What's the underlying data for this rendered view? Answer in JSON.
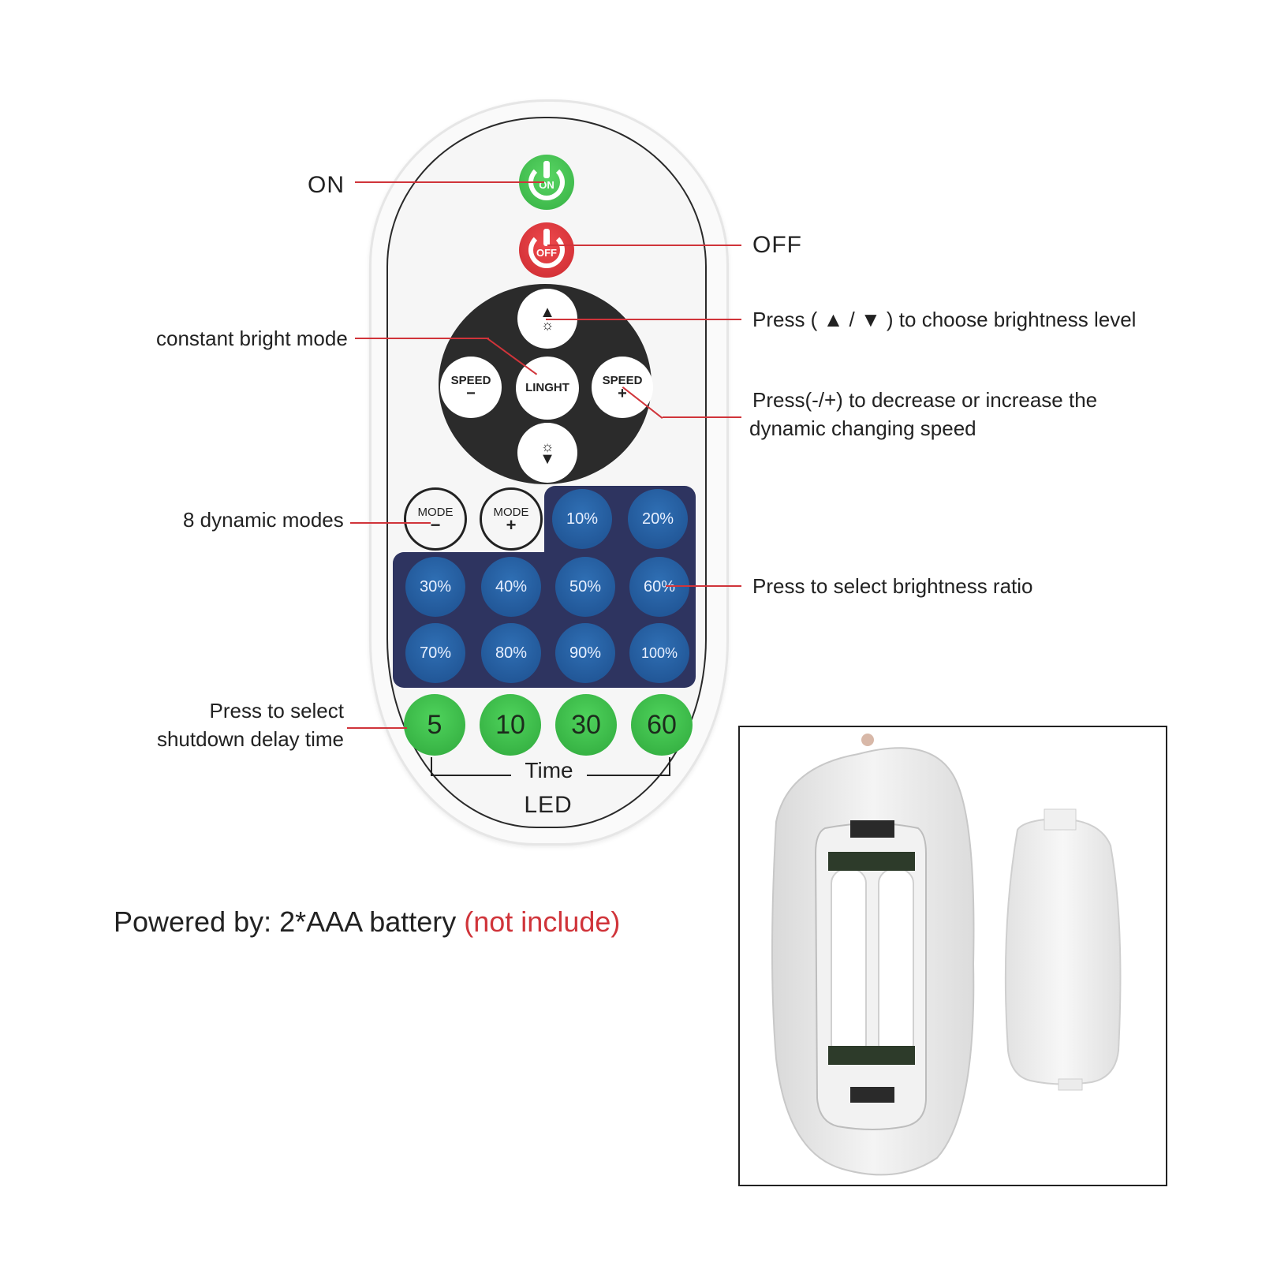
{
  "callouts": {
    "on": "ON",
    "off": "OFF",
    "brightness_level": "Press ( ▲ / ▼ ) to choose brightness level",
    "constant_bright": "constant bright mode",
    "speed_line1": "Press(-/+) to decrease or increase the",
    "speed_line2": "dynamic changing speed",
    "dynamic_modes": "8 dynamic modes",
    "brightness_ratio": "Press to select brightness ratio",
    "delay_line1": "Press to select",
    "delay_line2": "shutdown delay time"
  },
  "remote": {
    "on_label": "ON",
    "off_label": "OFF",
    "center_label": "LINGHT",
    "speed_label": "SPEED",
    "minus": "−",
    "plus": "+",
    "mode_label": "MODE",
    "percent_buttons": [
      "10%",
      "20%",
      "30%",
      "40%",
      "50%",
      "60%",
      "70%",
      "80%",
      "90%",
      "100%"
    ],
    "time_buttons": [
      "5",
      "10",
      "30",
      "60"
    ],
    "time_label": "Time",
    "brand_label": "LED"
  },
  "footer": {
    "powered_by": "Powered by: 2*AAA battery ",
    "not_include": "(not include)"
  },
  "colors": {
    "callout_line": "#d0343a",
    "green_button": "#3fbf4c",
    "red_button": "#e03a3e",
    "blue_panel": "#2e3460",
    "blue_button": "#2563a8"
  }
}
